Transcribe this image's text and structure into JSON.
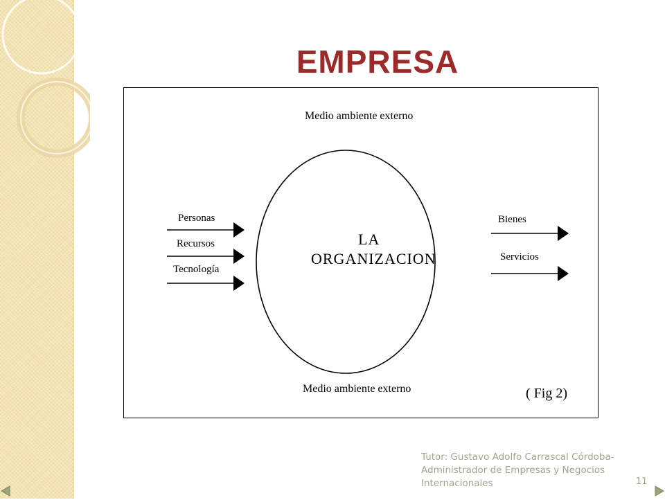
{
  "slide": {
    "title": "EMPRESA",
    "page_number": "11",
    "footer": "Tutor: Gustavo Adolfo Carrascal Córdoba- Administrador de Empresas y Negocios Internacionales"
  },
  "diagram": {
    "environment_top": "Medio ambiente externo",
    "environment_bottom": "Medio ambiente externo",
    "center_line1": "LA",
    "center_line2": "ORGANIZACION",
    "inputs": [
      "Personas",
      "Recursos",
      "Tecnología"
    ],
    "outputs": [
      "Bienes",
      "Servicios"
    ],
    "figure_label": "( Fig 2)"
  },
  "colors": {
    "title": "#9b2a2a",
    "band": "#f3e3b3",
    "footer_text": "#a7a38f",
    "nav": "#9aa37c"
  },
  "icons": {
    "prev": "triangle-left-icon",
    "next": "triangle-right-icon"
  }
}
